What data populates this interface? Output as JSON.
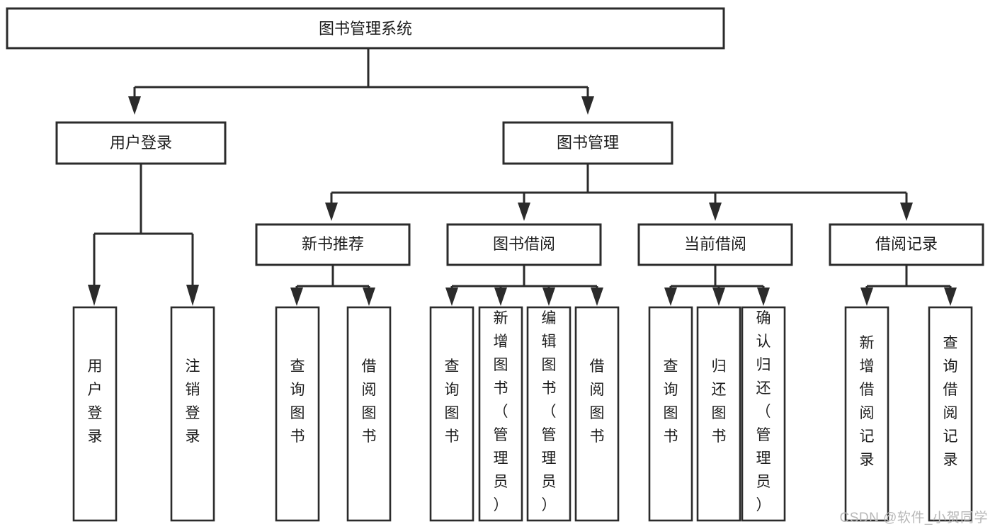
{
  "diagram": {
    "type": "tree-hierarchy",
    "title": "图书管理系统",
    "watermark": "CSDN @软件_小贺同学",
    "nodes": {
      "root": {
        "label": "图书管理系统"
      },
      "level2": [
        {
          "id": "user-login",
          "label": "用户登录"
        },
        {
          "id": "book-manage",
          "label": "图书管理"
        }
      ],
      "level3": [
        {
          "id": "new-book-recommend",
          "label": "新书推荐"
        },
        {
          "id": "book-borrow",
          "label": "图书借阅"
        },
        {
          "id": "current-borrow",
          "label": "当前借阅"
        },
        {
          "id": "borrow-record",
          "label": "借阅记录"
        }
      ],
      "leaves": {
        "user_login": [
          {
            "id": "leaf-user-login",
            "label": "用户登录"
          },
          {
            "id": "leaf-logout-login",
            "label": "注销登录"
          }
        ],
        "new_book_recommend": [
          {
            "id": "leaf-query-book-1",
            "label": "查询图书"
          },
          {
            "id": "leaf-borrow-book-1",
            "label": "借阅图书"
          }
        ],
        "book_borrow": [
          {
            "id": "leaf-query-book-2",
            "label": "查询图书"
          },
          {
            "id": "leaf-add-book",
            "label": "新增图书（管理员）"
          },
          {
            "id": "leaf-edit-book",
            "label": "编辑图书（管理员）"
          },
          {
            "id": "leaf-borrow-book-2",
            "label": "借阅图书"
          }
        ],
        "current_borrow": [
          {
            "id": "leaf-query-book-3",
            "label": "查询图书"
          },
          {
            "id": "leaf-return-book",
            "label": "归还图书"
          },
          {
            "id": "leaf-confirm-return",
            "label": "确认归还（管理员）"
          }
        ],
        "borrow_record": [
          {
            "id": "leaf-add-record",
            "label": "新增借阅记录"
          },
          {
            "id": "leaf-query-record",
            "label": "查询借阅记录"
          }
        ]
      }
    },
    "colors": {
      "background": "#ffffff",
      "box_fill": "#ffffff",
      "box_stroke": "#2b2b2b",
      "connector": "#2b2b2b",
      "text": "#1c1c1c",
      "watermark": "#b8b8b8"
    }
  }
}
